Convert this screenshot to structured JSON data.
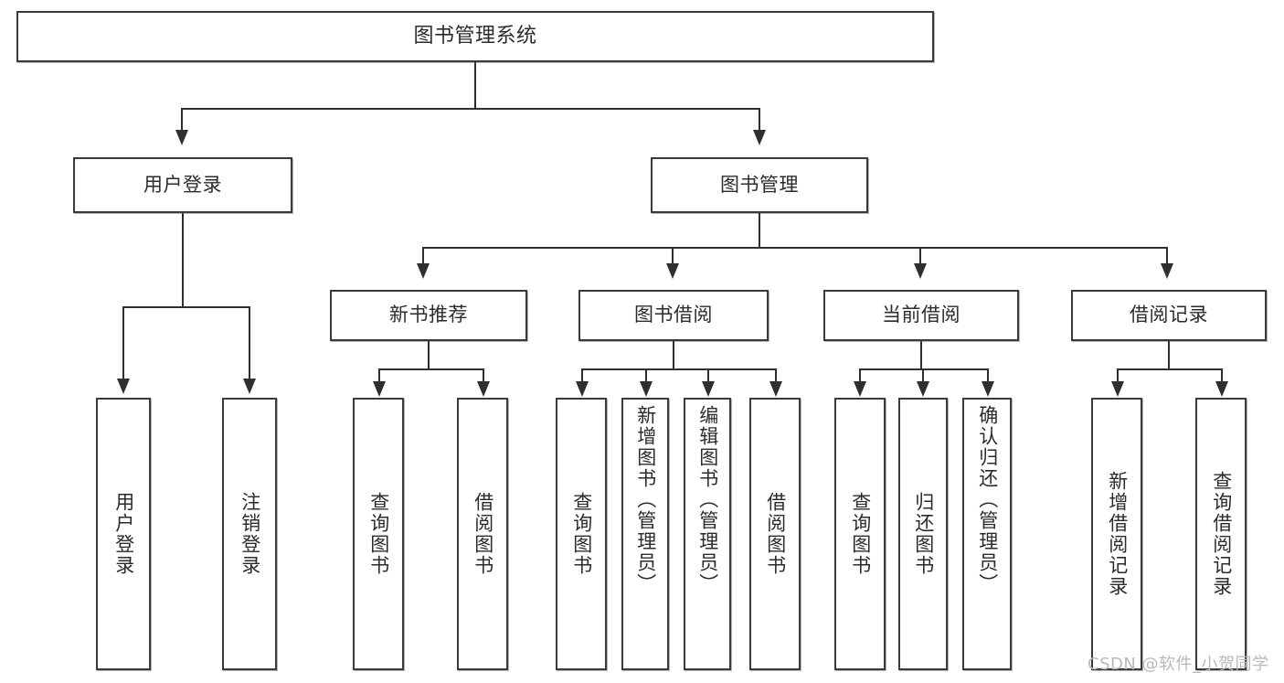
{
  "diagram": {
    "type": "tree-hierarchy",
    "title": "图书管理系统",
    "root": {
      "label": "图书管理系统"
    },
    "level2": [
      {
        "id": "user-login",
        "label": "用户登录"
      },
      {
        "id": "book-manage",
        "label": "图书管理"
      }
    ],
    "level3": [
      {
        "id": "new-book-recommend",
        "label": "新书推荐"
      },
      {
        "id": "book-borrow",
        "label": "图书借阅"
      },
      {
        "id": "current-borrow",
        "label": "当前借阅"
      },
      {
        "id": "borrow-record",
        "label": "借阅记录"
      }
    ],
    "leaves": {
      "user_login": [
        {
          "id": "leaf-user-login",
          "label": "用户登录"
        },
        {
          "id": "leaf-logout-login",
          "label": "注销登录"
        }
      ],
      "new_book_recommend": [
        {
          "id": "leaf-query-book-1",
          "label": "查询图书"
        },
        {
          "id": "leaf-borrow-book-1",
          "label": "借阅图书"
        }
      ],
      "book_borrow": [
        {
          "id": "leaf-query-book-2",
          "label": "查询图书"
        },
        {
          "id": "leaf-add-book",
          "label": "新增图书（管理员）"
        },
        {
          "id": "leaf-edit-book",
          "label": "编辑图书（管理员）"
        },
        {
          "id": "leaf-borrow-book-2",
          "label": "借阅图书"
        }
      ],
      "current_borrow": [
        {
          "id": "leaf-query-book-3",
          "label": "查询图书"
        },
        {
          "id": "leaf-return-book",
          "label": "归还图书"
        },
        {
          "id": "leaf-confirm-return",
          "label": "确认归还（管理员）"
        }
      ],
      "borrow_record": [
        {
          "id": "leaf-add-record",
          "label": "新增借阅记录"
        },
        {
          "id": "leaf-query-record",
          "label": "查询借阅记录"
        }
      ]
    }
  },
  "watermark": {
    "text": "CSDN @软件_小贺同学"
  },
  "colors": {
    "box_border": "#3a3a3a",
    "connector": "#2f2f2f",
    "text": "#2b2b2b",
    "background": "#ffffff",
    "watermark": "#b9b9b9"
  }
}
